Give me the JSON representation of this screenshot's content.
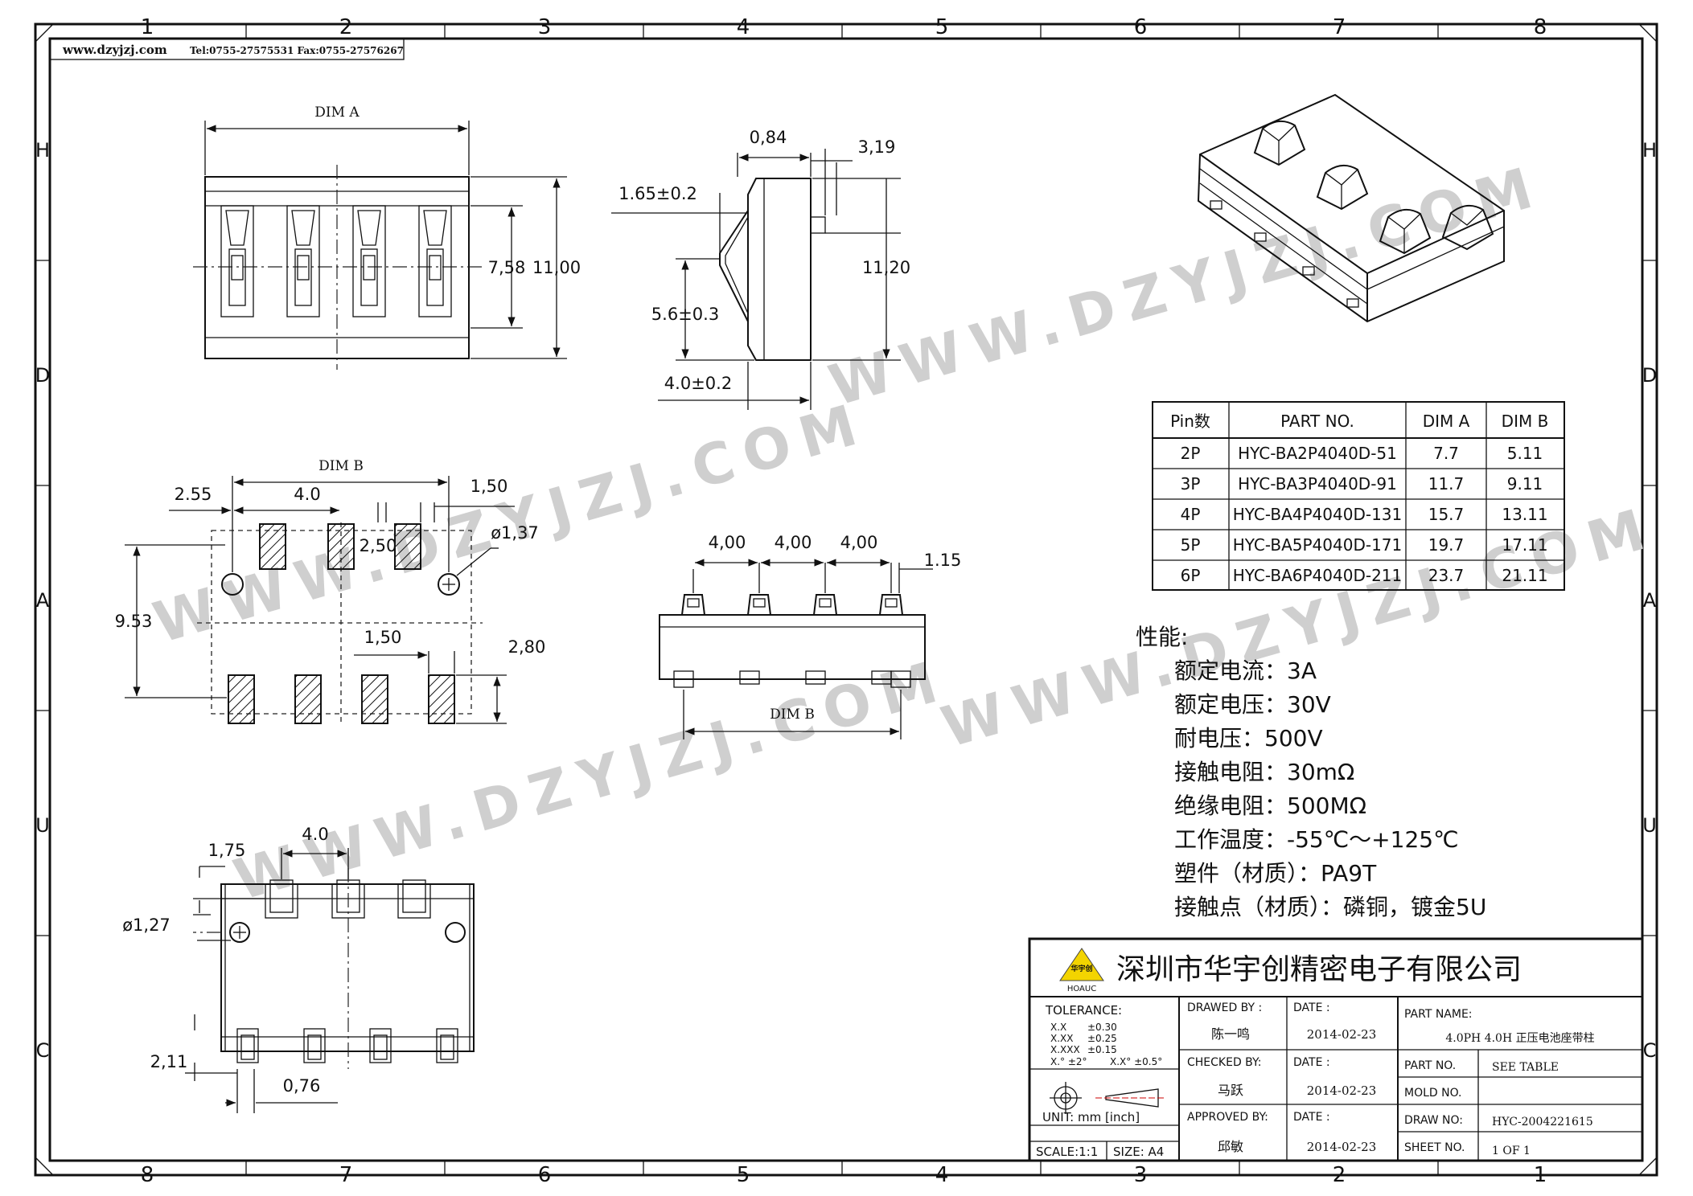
{
  "frame": {
    "columns_top": [
      "1",
      "2",
      "3",
      "4",
      "5",
      "6",
      "7",
      "8"
    ],
    "columns_bottom": [
      "8",
      "7",
      "6",
      "5",
      "4",
      "3",
      "2",
      "1"
    ],
    "rows_left": [
      "H",
      "D",
      "A",
      "U",
      "C"
    ],
    "rows_right": [
      "H",
      "D",
      "A",
      "U",
      "C"
    ]
  },
  "header": {
    "website": "www.dzyjzj.com",
    "contact": "Tel:0755-27575531  Fax:0755-27576267"
  },
  "watermark": {
    "text": "WWW.DZYJZJ.COM"
  },
  "top_view": {
    "dim_a": "DIM A",
    "dim_758": "7,58",
    "dim_1100": "11,00"
  },
  "side_view": {
    "dim_084": "0,84",
    "dim_319": "3,19",
    "dim_165": "1.65±0.2",
    "dim_1120": "11,20",
    "dim_56": "5.6±0.3",
    "dim_40": "4.0±0.2"
  },
  "pcb_layout": {
    "dim_b": "DIM B",
    "dim_255": "2.55",
    "dim_40": "4.0",
    "dim_150_top": "1,50",
    "dim_250": "2,50",
    "dim_137": "ø1,37",
    "dim_953": "9.53",
    "dim_150_mid": "1,50",
    "dim_280": "2,80"
  },
  "front_view": {
    "dim_400_1": "4,00",
    "dim_400_2": "4,00",
    "dim_400_3": "4,00",
    "dim_115": "1.15",
    "dim_b": "DIM B"
  },
  "bottom_view": {
    "dim_175": "1,75",
    "dim_40": "4.0",
    "dim_127": "ø1,27",
    "dim_211": "2,11",
    "dim_076": "0,76"
  },
  "part_table": {
    "headers": [
      "Pin数",
      "PART NO.",
      "DIM A",
      "DIM B"
    ],
    "rows": [
      [
        "2P",
        "HYC-BA2P4040D-51",
        "7.7",
        "5.11"
      ],
      [
        "3P",
        "HYC-BA3P4040D-91",
        "11.7",
        "9.11"
      ],
      [
        "4P",
        "HYC-BA4P4040D-131",
        "15.7",
        "13.11"
      ],
      [
        "5P",
        "HYC-BA5P4040D-171",
        "19.7",
        "17.11"
      ],
      [
        "6P",
        "HYC-BA6P4040D-211",
        "23.7",
        "21.11"
      ]
    ]
  },
  "specs": {
    "title": "性能:",
    "lines": [
      "额定电流：3A",
      "额定电压：30V",
      "耐电压：500V",
      "接触电阻：30mΩ",
      "绝缘电阻：500MΩ",
      "工作温度：-55℃～+125℃",
      "塑件（材质）：PA9T",
      "接触点（材质）：磷铜，镀金5U"
    ]
  },
  "title_block": {
    "company": "深圳市华宇创精密电子有限公司",
    "logo_text": "华宇创",
    "logo_sub": "HOAUC",
    "tolerance_label": "TOLERANCE:",
    "tol_x": "X.X",
    "tol_x_val": "±0.30",
    "tol_xx": "X.XX",
    "tol_xx_val": "±0.25",
    "tol_xxx": "X.XXX",
    "tol_xxx_val": "±0.15",
    "tol_ang1": "X.°  ±2°",
    "tol_ang2": "X.X°  ±0.5°",
    "unit": "UNIT:  mm  [inch]",
    "scale": "SCALE:1:1",
    "size": "SIZE: A4",
    "drawn_by_label": "DRAWED BY :",
    "drawn_by": "陈一鸣",
    "drawn_date_label": "DATE :",
    "drawn_date": "2014-02-23",
    "checked_by_label": "CHECKED BY:",
    "checked_by": "马跃",
    "checked_date_label": "DATE :",
    "checked_date": "2014-02-23",
    "approved_by_label": "APPROVED BY:",
    "approved_by": "邱敏",
    "approved_date_label": "DATE :",
    "approved_date": "2014-02-23",
    "part_name_label": "PART NAME:",
    "part_name": "4.0PH 4.0H  正压电池座带柱",
    "part_no_label": "PART NO.",
    "part_no": "SEE TABLE",
    "mold_no_label": "MOLD NO.",
    "mold_no": "",
    "draw_no_label": "DRAW NO:",
    "draw_no": "HYC-2004221615",
    "sheet_no_label": "SHEET NO.",
    "sheet_no": "1 OF 1"
  }
}
